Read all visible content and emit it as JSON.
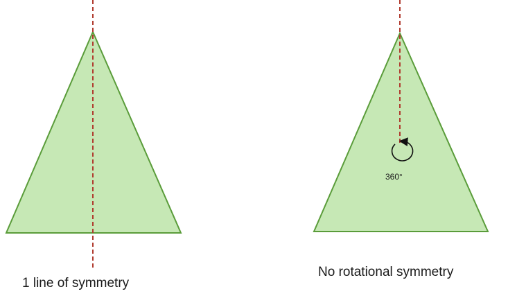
{
  "left_panel": {
    "caption": "1 line of symmetry"
  },
  "right_panel": {
    "caption": "No rotational symmetry",
    "angle_label": "360°"
  },
  "colors": {
    "triangle_fill": "#c6e8b5",
    "triangle_stroke": "#5a9c3a",
    "symmetry_line": "#b03a2e",
    "arrow": "#111111"
  }
}
